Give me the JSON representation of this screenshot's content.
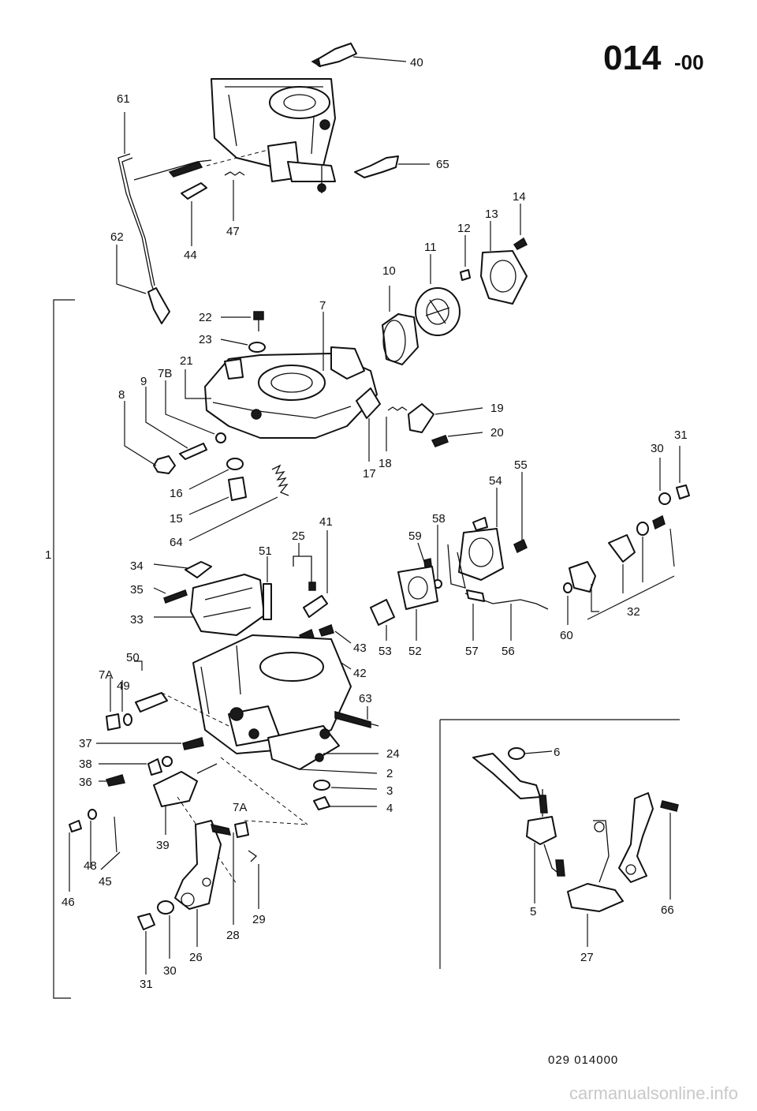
{
  "header": {
    "title": "014",
    "title_suffix": "-00"
  },
  "footer": {
    "drawing_code": "029  014000",
    "watermark": "carmanualsonline.info"
  },
  "callouts": {
    "c1": "1",
    "c2": "2",
    "c3": "3",
    "c4": "4",
    "c5": "5",
    "c6": "6",
    "c7": "7",
    "c7A_a": "7A",
    "c7A_b": "7A",
    "c7B": "7B",
    "c8": "8",
    "c9": "9",
    "c10": "10",
    "c11": "11",
    "c12": "12",
    "c13": "13",
    "c14": "14",
    "c15": "15",
    "c16": "16",
    "c17": "17",
    "c18": "18",
    "c19": "19",
    "c20": "20",
    "c21": "21",
    "c22": "22",
    "c23": "23",
    "c24": "24",
    "c25": "25",
    "c26": "26",
    "c27": "27",
    "c28": "28",
    "c29": "29",
    "c30a": "30",
    "c30b": "30",
    "c31a": "31",
    "c31b": "31",
    "c32": "32",
    "c33": "33",
    "c34": "34",
    "c35": "35",
    "c36": "36",
    "c37": "37",
    "c38": "38",
    "c39": "39",
    "c40": "40",
    "c41": "41",
    "c42": "42",
    "c43": "43",
    "c44": "44",
    "c45": "45",
    "c46": "46",
    "c47": "47",
    "c48": "48",
    "c49": "49",
    "c50": "50",
    "c51": "51",
    "c52": "52",
    "c53": "53",
    "c54": "54",
    "c55": "55",
    "c56": "56",
    "c57": "57",
    "c58": "58",
    "c59": "59",
    "c60": "60",
    "c61": "61",
    "c62": "62",
    "c63": "63",
    "c64": "64",
    "c65": "65",
    "c66": "66"
  }
}
